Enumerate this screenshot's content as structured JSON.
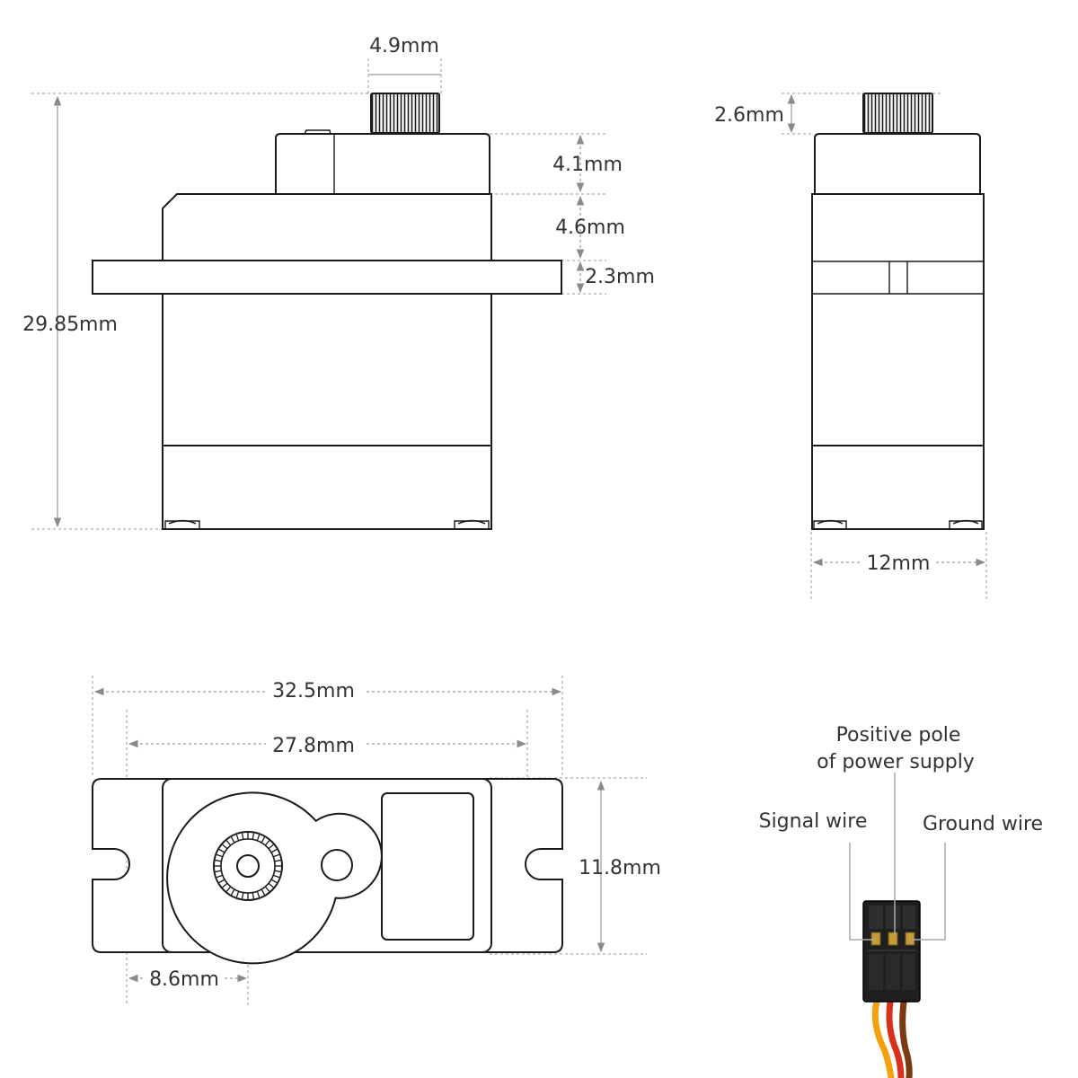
{
  "dimensions": {
    "spline_width": "4.9mm",
    "total_height": "29.85mm",
    "top_section": "4.1mm",
    "upper_body": "4.6mm",
    "flange_thickness": "2.3mm",
    "spline_height": "2.6mm",
    "side_width": "12mm",
    "total_length": "32.5mm",
    "hole_spacing": "27.8mm",
    "body_width": "11.8mm",
    "shaft_offset": "8.6mm"
  },
  "connector": {
    "positive_label_line1": "Positive pole",
    "positive_label_line2": "of power supply",
    "signal_label": "Signal wire",
    "ground_label": "Ground wire",
    "wire_colors": {
      "signal": "#f5a00f",
      "positive": "#d9301c",
      "ground": "#7a3b12"
    }
  }
}
